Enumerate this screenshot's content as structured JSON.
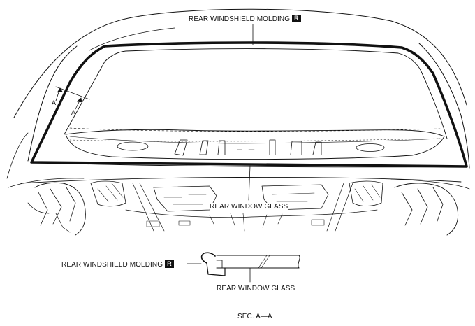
{
  "labels": {
    "molding_top": "REAR WINDSHIELD MOLDING",
    "molding_top_badge": "R",
    "glass_top": "REAR WINDOW GLASS",
    "molding_section": "REAR WINDSHIELD MOLDING",
    "molding_section_badge": "R",
    "glass_section": "REAR WINDOW GLASS",
    "section_caption": "SEC. A—A",
    "section_mark_1": "A",
    "section_mark_2": "A"
  },
  "colors": {
    "line": "#111111",
    "badge_bg": "#111111",
    "badge_fg": "#ffffff",
    "background": "#ffffff"
  }
}
